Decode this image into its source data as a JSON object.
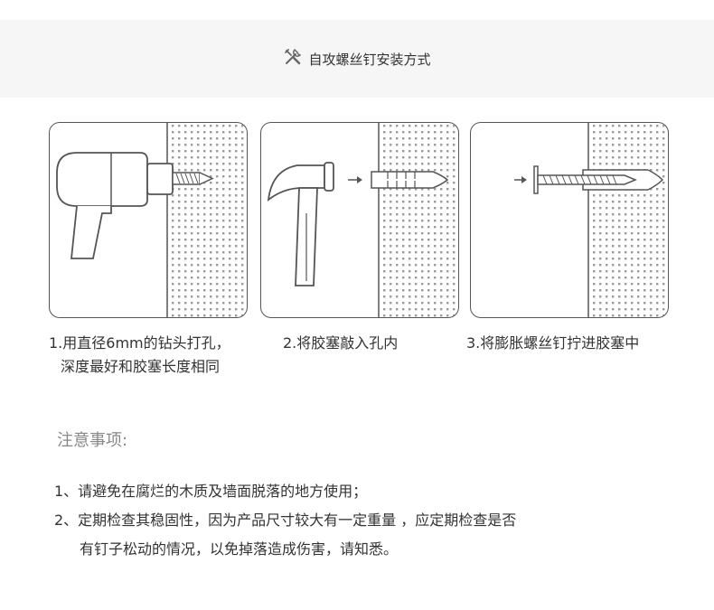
{
  "header": {
    "title": "自攻螺丝钉安装方式",
    "icon": "tools-icon"
  },
  "steps": [
    {
      "line1": "1.用直径6mm的钻头打孔，",
      "line2": "深度最好和胶塞长度相同",
      "icon": "drill-icon"
    },
    {
      "line1": "2.将胶塞敲入孔内",
      "icon": "hammer-icon"
    },
    {
      "line1": "3.将膨胀螺丝钉拧进胶塞中",
      "icon": "screw-icon"
    }
  ],
  "notice": {
    "title": "注意事项:",
    "items": [
      "1、请避免在腐烂的木质及墙面脱落的地方使用；",
      "2、定期检查其稳固性，因为产品尺寸较大有一定重量 ，应定期检查是否",
      "有钉子松动的情况，以免掉落造成伤害，请知悉。"
    ]
  },
  "colors": {
    "header_bg": "#f6f6f6",
    "line": "#555555",
    "dots": "#9a9a9a"
  }
}
